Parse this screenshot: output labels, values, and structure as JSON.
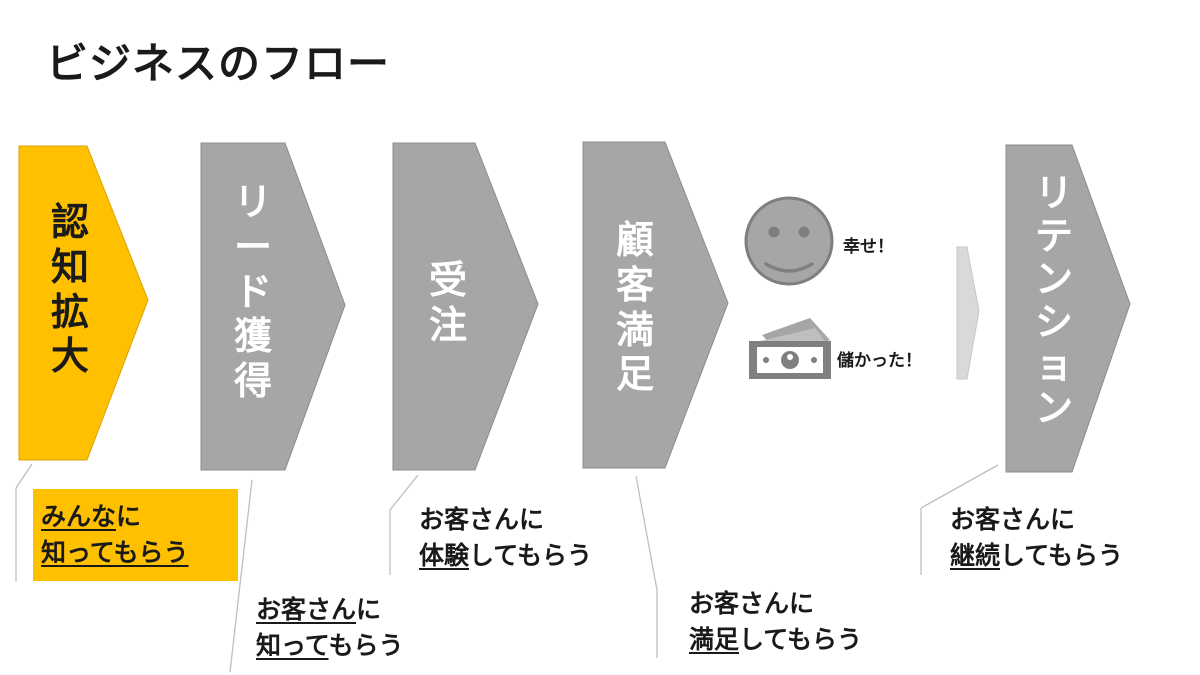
{
  "title": "ビジネスのフロー",
  "colors": {
    "highlight": "#ffc000",
    "stage_gray": "#a6a6a6",
    "stage_border": "#8c8c8c",
    "stage_text": "#ffffff",
    "active_text": "#1a1a1a",
    "connector": "#bfbfbf"
  },
  "stages": [
    {
      "label": "認知拡大",
      "chars": [
        "認",
        "知",
        "拡",
        "大"
      ],
      "active": true
    },
    {
      "label": "リード獲得",
      "chars": [
        "リ",
        "ー",
        "ド",
        "獲",
        "得"
      ],
      "active": false
    },
    {
      "label": "受注",
      "chars": [
        "受",
        "注"
      ],
      "active": false
    },
    {
      "label": "顧客満足",
      "chars": [
        "顧",
        "客",
        "満",
        "足"
      ],
      "active": false
    },
    {
      "label": "リテンション",
      "chars": [
        "リ",
        "テ",
        "ン",
        "シ",
        "ョ",
        "ン"
      ],
      "active": false
    }
  ],
  "captions": [
    {
      "line1_u": "みんな",
      "line1_rest": "に",
      "line2_u": "知ってもらう",
      "line2_rest": ""
    },
    {
      "line1_u": "お客さん",
      "line1_rest": "に",
      "line2_u": "知って",
      "line2_rest": "もらう"
    },
    {
      "line1_u": "",
      "line1_rest": "お客さんに",
      "line2_u": "体験",
      "line2_rest": "してもらう"
    },
    {
      "line1_u": "",
      "line1_rest": "お客さんに",
      "line2_u": "満足",
      "line2_rest": "してもらう"
    },
    {
      "line1_u": "",
      "line1_rest": "お客さんに",
      "line2_u": "継続",
      "line2_rest": "してもらう"
    }
  ],
  "satisfaction": {
    "happy_text": "幸せ！",
    "profit_text": "儲かった！",
    "icons": [
      "smiley-face-icon",
      "cash-bill-icon"
    ]
  }
}
